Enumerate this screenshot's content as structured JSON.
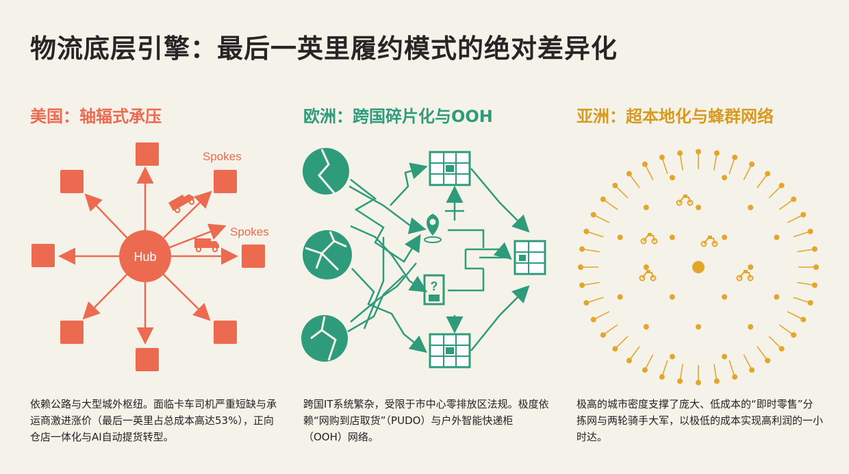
{
  "title": "物流底层引擎：最后一英里履约模式的绝对差异化",
  "colors": {
    "us": "#ec6a4f",
    "eu": "#2e9b7b",
    "asia": "#e3a52a"
  },
  "columns": [
    {
      "heading": "美国：轴辐式承压",
      "hub_label": "Hub",
      "spokes_label_1": "Spokes",
      "spokes_label_2": "Spokes",
      "description": "依赖公路与大型城外枢纽。面临卡车司机严重短缺与承运商激进涨价（最后一英里占总成本高达53%），正向仓店一体化与AI自动提货转型。"
    },
    {
      "heading": "欧洲：跨国碎片化与OOH",
      "description": "跨国IT系统繁杂，受限于市中心零排放区法规。极度依赖“网购到店取货”（PUDO）与户外智能快递柜（OOH）网络。"
    },
    {
      "heading": "亚洲：超本地化与蜂群网络",
      "description": "极高的城市密度支撑了庞大、低成本的“即时零售”分拣网与两轮骑手大军，以极低的成本实现高利润的一小时达。"
    }
  ]
}
